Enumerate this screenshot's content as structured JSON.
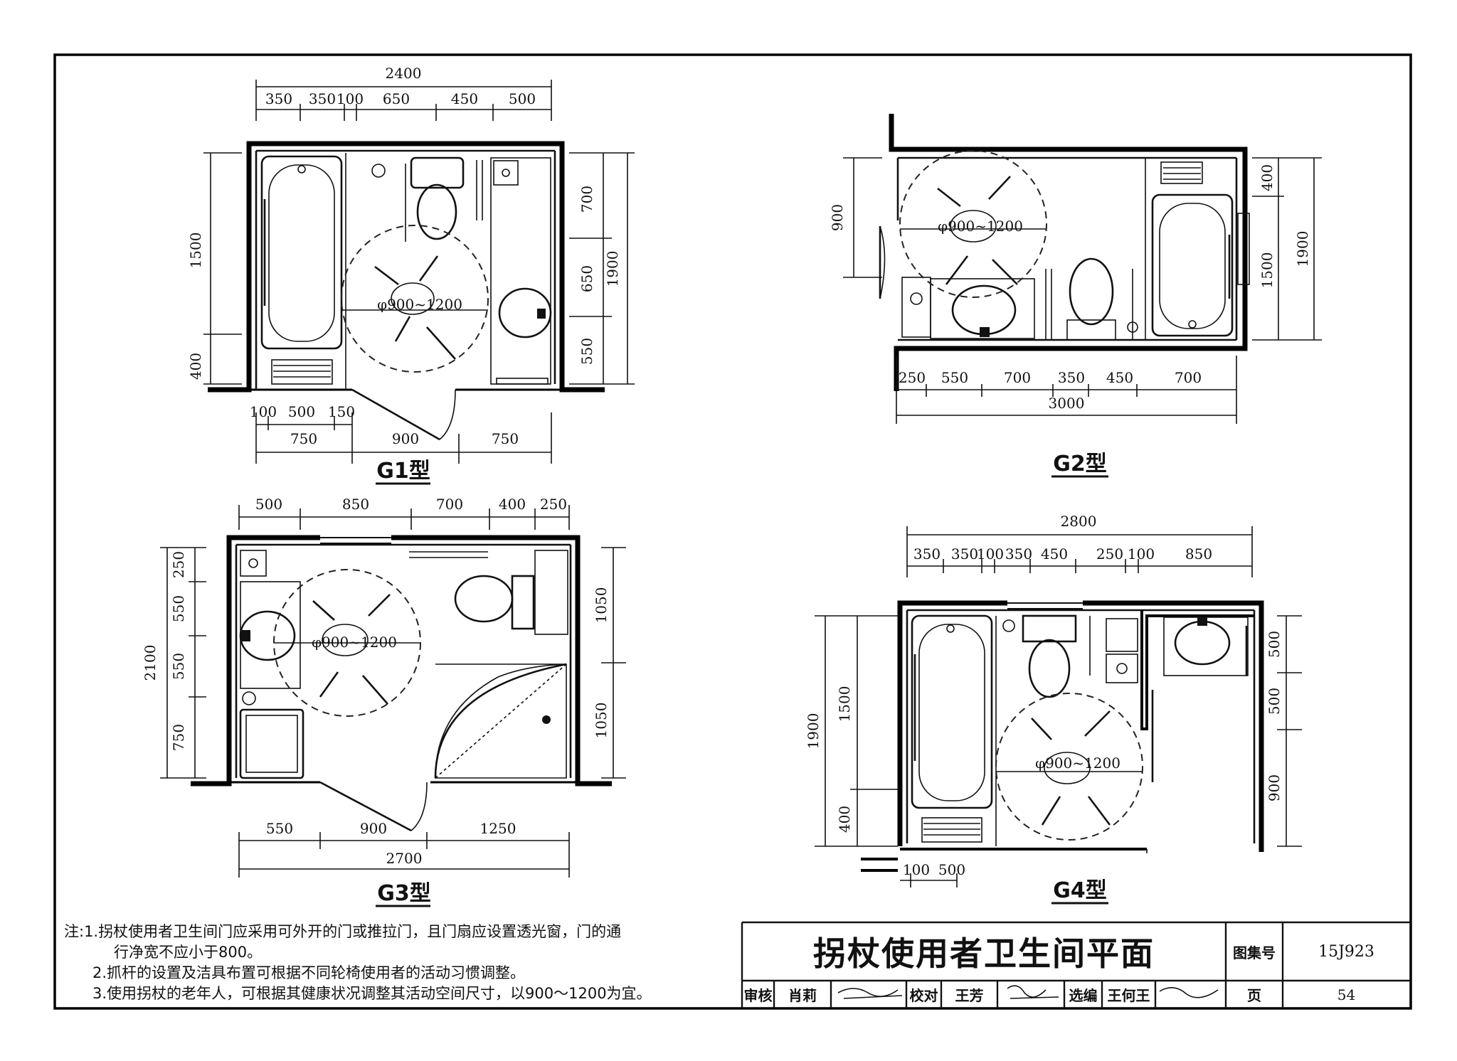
{
  "drawings": {
    "g1": {
      "label": "G1型",
      "dims_top": [
        "2400",
        "350",
        "350",
        "100",
        "650",
        "450",
        "500"
      ],
      "dims_left": [
        "1500",
        "400"
      ],
      "dims_right": [
        "700",
        "650",
        "550",
        "1900"
      ],
      "dims_bottom": [
        "100",
        "500",
        "150",
        "750",
        "900",
        "750"
      ],
      "circle_label": "φ900~1200"
    },
    "g2": {
      "label": "G2型",
      "dims_left": [
        "900"
      ],
      "dims_right": [
        "400",
        "1500",
        "1900"
      ],
      "dims_bottom": [
        "250",
        "550",
        "700",
        "350",
        "450",
        "700",
        "3000"
      ],
      "circle_label": "φ900~1200"
    },
    "g3": {
      "label": "G3型",
      "dims_top": [
        "500",
        "850",
        "700",
        "400",
        "250"
      ],
      "dims_left": [
        "250",
        "550",
        "550",
        "750",
        "2100"
      ],
      "dims_right": [
        "1050",
        "1050"
      ],
      "dims_bottom": [
        "550",
        "900",
        "1250",
        "2700"
      ],
      "circle_label": "φ900~1200"
    },
    "g4": {
      "label": "G4型",
      "dims_top": [
        "2800",
        "350",
        "350",
        "100",
        "350",
        "450",
        "250",
        "100",
        "850"
      ],
      "dims_left": [
        "1500",
        "400",
        "1900"
      ],
      "dims_right": [
        "500",
        "500",
        "900"
      ],
      "dims_bottom": [
        "100",
        "500"
      ],
      "circle_label": "φ900~1200"
    }
  },
  "notes": [
    "注:1.拐杖使用者卫生间门应采用可外开的门或推拉门，且门扇应设置透光窗，门的通",
    "行净宽不应小于800。",
    "2.抓杆的设置及洁具布置可根据不同轮椅使用者的活动习惯调整。",
    "3.使用拐杖的老年人，可根据其健康状况调整其活动空间尺寸，以900～1200为宜。"
  ],
  "title_block": {
    "title": "拐杖使用者卫生间平面",
    "atlas_label": "图集号",
    "atlas_no": "15J923",
    "review_label": "审核",
    "reviewer": "肖莉",
    "check_label": "校对",
    "checker": "王芳",
    "editor_label": "选编",
    "editor": "王何王",
    "page_label": "页",
    "page_no": "54"
  }
}
